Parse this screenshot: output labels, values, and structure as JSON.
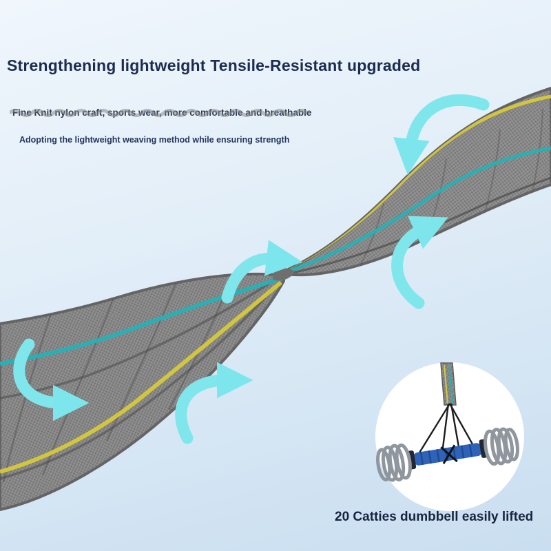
{
  "header": {
    "title": "Strengthening lightweight Tensile-Resistant upgraded",
    "subtitle1": "Fine Knit nylon craft, sports wear, more comfortable and breathable",
    "subtitle2": "Adopting the lightweight weaving method while ensuring strength"
  },
  "inset": {
    "caption": "20 Catties dumbbell easily lifted"
  },
  "icons": {
    "twist_arrows": "five curved cyan arrows indicating the strap twisting motion",
    "inset_illustration": "dumbbell-with-springs hanging from knit strap inside white circle"
  },
  "colors": {
    "background_top": "#f0f6fc",
    "background_bottom": "#c9def0",
    "title_text": "#1c2c50",
    "subtitle_text": "#2b3a55",
    "caption_text": "#17243f",
    "arrow_cyan": "#7fe6ec",
    "strap_gray": "#878787",
    "stripe_yellow": "#d6c93b",
    "stripe_teal": "#25b2b6",
    "inset_background": "#ffffff",
    "dumbbell_handle_blue": "#2f63b8"
  }
}
